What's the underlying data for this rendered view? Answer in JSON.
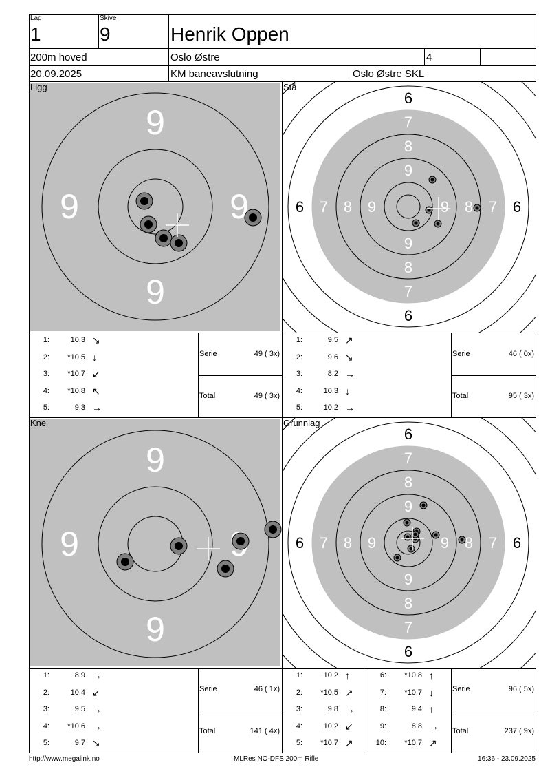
{
  "header": {
    "lag_label": "Lag",
    "lag": "1",
    "skive_label": "Skive",
    "skive": "9",
    "name": "Henrik Oppen",
    "class": "200m hoved",
    "club": "Oslo Østre",
    "rank": "4",
    "date": "20.09.2025",
    "event": "KM baneavslutning",
    "organizer": "Oslo Østre SKL"
  },
  "colors": {
    "target_gray": "#c0c0c0",
    "shot_ring": "#808080"
  },
  "panels": [
    {
      "title": "Ligg",
      "type": "zoom",
      "serie_label": "Serie",
      "serie": "49 ( 3x)",
      "total_label": "Total",
      "total": "49 ( 3x)",
      "shots": [
        {
          "n": "1:",
          "v": "10.3",
          "dir": "down-right"
        },
        {
          "n": "2:",
          "v": "*10.5",
          "dir": "down"
        },
        {
          "n": "3:",
          "v": "*10.7",
          "dir": "down-left"
        },
        {
          "n": "4:",
          "v": "*10.8",
          "dir": "up-left"
        },
        {
          "n": "5:",
          "v": "9.3",
          "dir": "right"
        }
      ]
    },
    {
      "title": "Stå",
      "type": "full",
      "serie_label": "Serie",
      "serie": "46 ( 0x)",
      "total_label": "Total",
      "total": "95 ( 3x)",
      "shots": [
        {
          "n": "1:",
          "v": "9.5",
          "dir": "up-right"
        },
        {
          "n": "2:",
          "v": "9.6",
          "dir": "down-right"
        },
        {
          "n": "3:",
          "v": "8.2",
          "dir": "right"
        },
        {
          "n": "4:",
          "v": "10.3",
          "dir": "down"
        },
        {
          "n": "5:",
          "v": "10.2",
          "dir": "right"
        }
      ]
    },
    {
      "title": "Kne",
      "type": "zoom",
      "serie_label": "Serie",
      "serie": "46 ( 1x)",
      "total_label": "Total",
      "total": "141 ( 4x)",
      "shots": [
        {
          "n": "1:",
          "v": "8.9",
          "dir": "right"
        },
        {
          "n": "2:",
          "v": "10.4",
          "dir": "down-left"
        },
        {
          "n": "3:",
          "v": "9.5",
          "dir": "right"
        },
        {
          "n": "4:",
          "v": "*10.6",
          "dir": "right"
        },
        {
          "n": "5:",
          "v": "9.7",
          "dir": "down-right"
        }
      ]
    },
    {
      "title": "Grunnlag",
      "type": "full",
      "serie_label": "Serie",
      "serie": "96 ( 5x)",
      "total_label": "Total",
      "total": "237 ( 9x)",
      "shots": [
        {
          "n": "1:",
          "v": "10.2",
          "dir": "up"
        },
        {
          "n": "2:",
          "v": "*10.5",
          "dir": "up-right"
        },
        {
          "n": "3:",
          "v": "9.8",
          "dir": "right"
        },
        {
          "n": "4:",
          "v": "10.2",
          "dir": "down-left"
        },
        {
          "n": "5:",
          "v": "*10.7",
          "dir": "up-right"
        },
        {
          "n": "6:",
          "v": "*10.8",
          "dir": "up"
        },
        {
          "n": "7:",
          "v": "*10.7",
          "dir": "down"
        },
        {
          "n": "8:",
          "v": "9.4",
          "dir": "up"
        },
        {
          "n": "9:",
          "v": "8.8",
          "dir": "right"
        },
        {
          "n": "10:",
          "v": "*10.7",
          "dir": "up-right"
        }
      ]
    }
  ],
  "ring_labels": {
    "zoom": [
      "9"
    ],
    "full": [
      "6",
      "7",
      "8",
      "9"
    ]
  },
  "footer": {
    "url": "http://www.megalink.no",
    "program": "MLRes NO-DFS 200m Rifle",
    "timestamp": "16:36 - 23.09.2025"
  }
}
